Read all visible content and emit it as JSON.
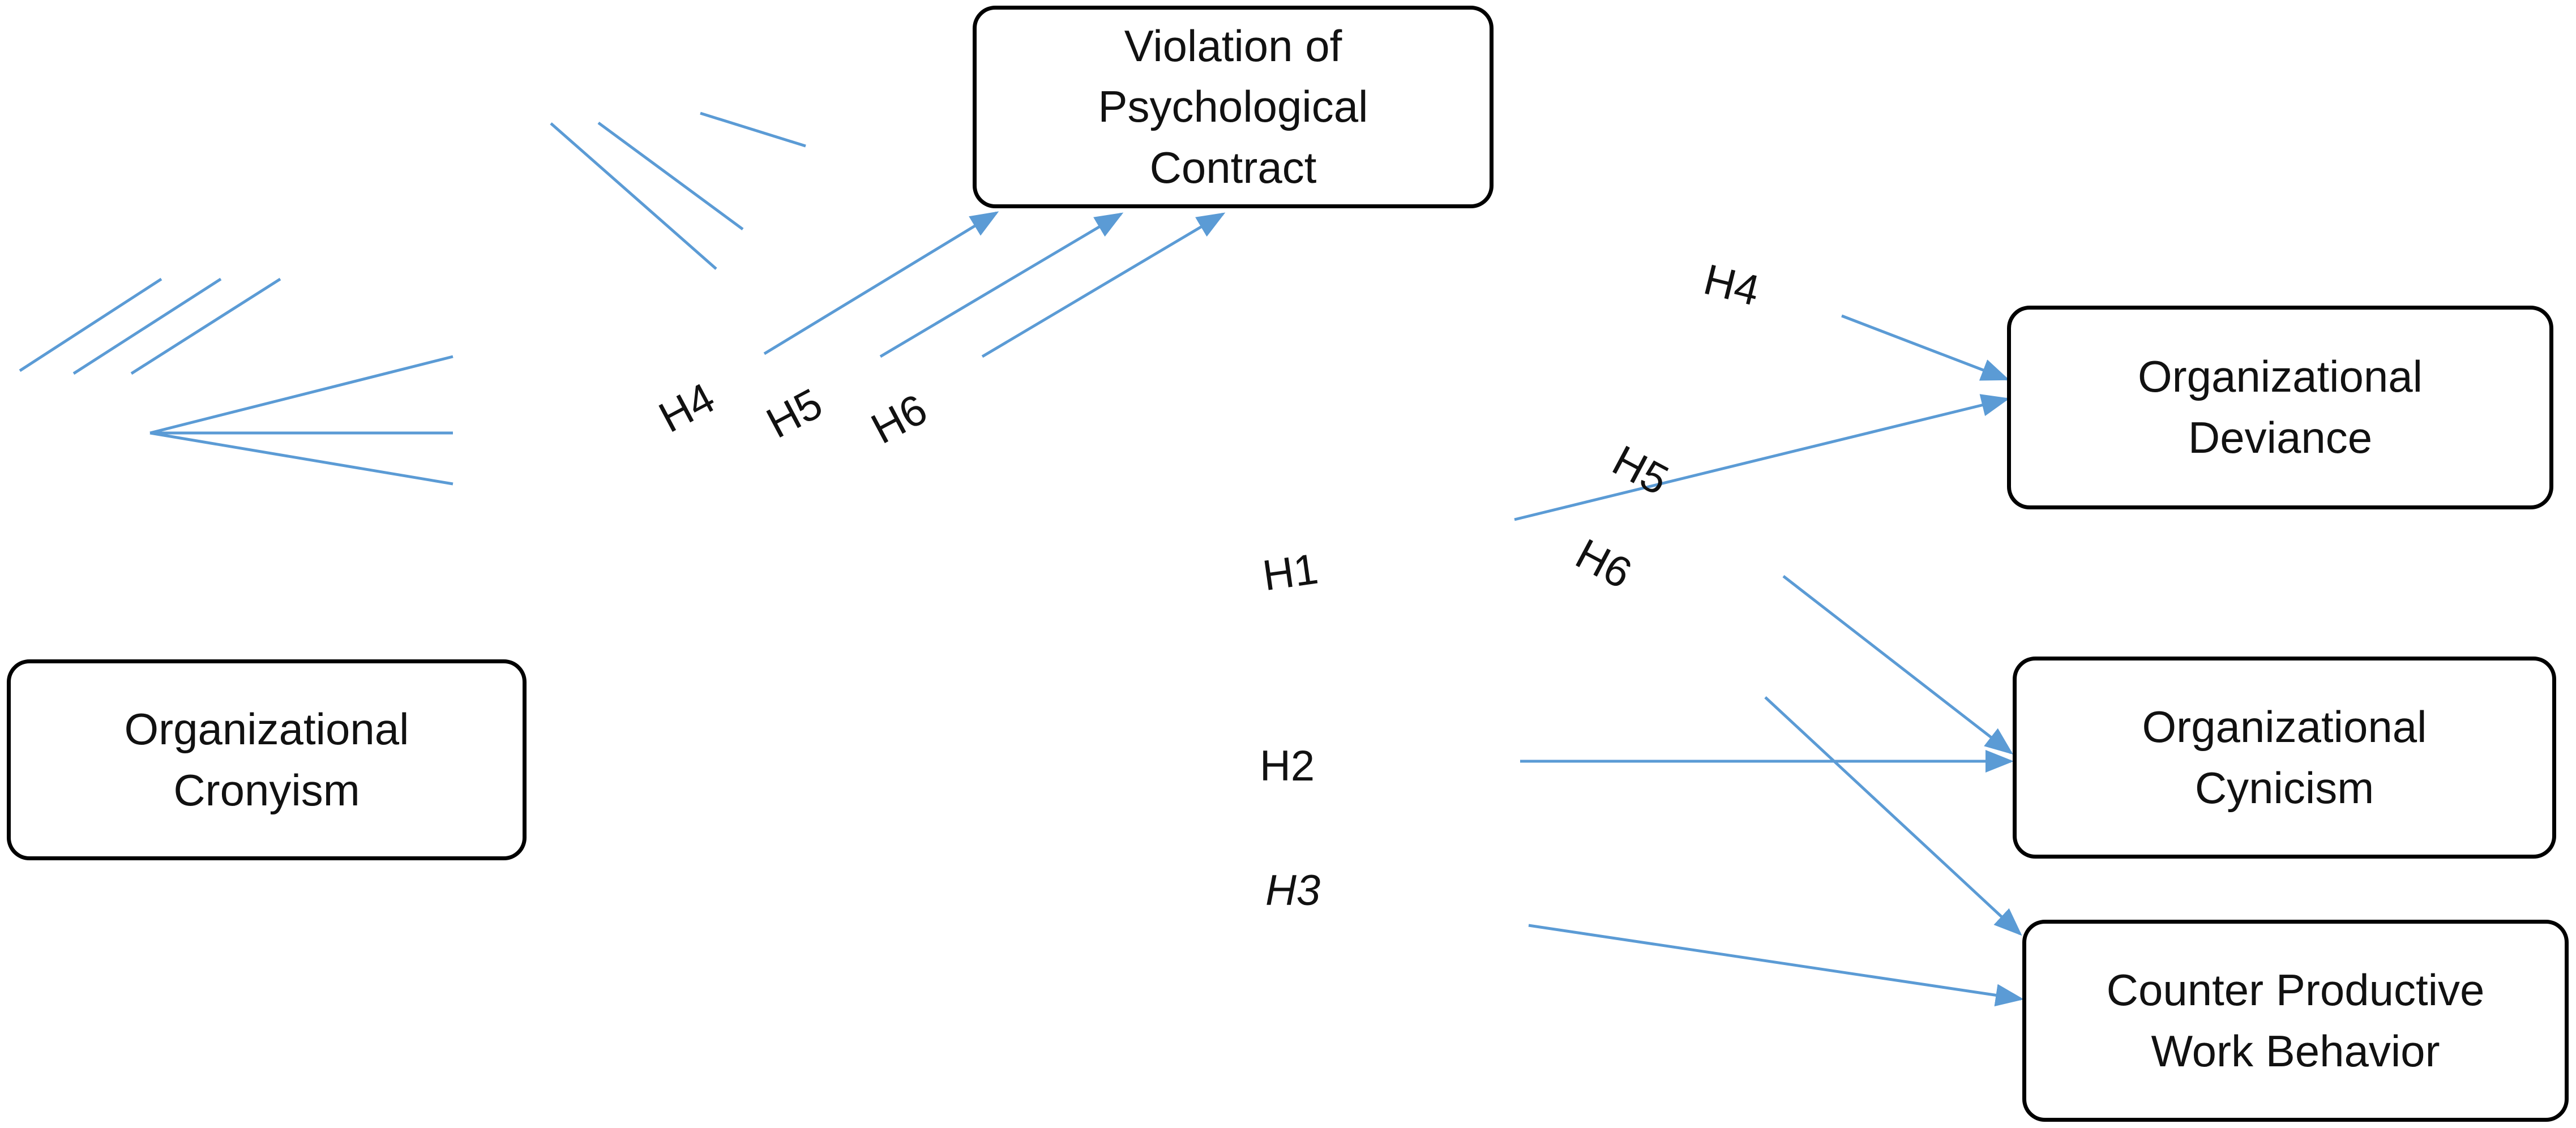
{
  "nodes": {
    "cronyism": [
      "Organizational",
      "Cronyism"
    ],
    "violation": [
      "Violation of",
      "Psychological",
      "Contract"
    ],
    "deviance": [
      "Organizational",
      "Deviance"
    ],
    "cynicism": [
      "Organizational",
      "Cynicism"
    ],
    "cwb": [
      "Counter Productive",
      "Work Behavior"
    ]
  },
  "hypotheses": {
    "h1": "H1",
    "h2": "H2",
    "h3": "H3",
    "h4_left": "H4",
    "h5_left": "H5",
    "h6_left": "H6",
    "h4_right": "H4",
    "h5_right": "H5",
    "h6_right": "H6"
  },
  "colors": {
    "arrow": "#5b9bd5",
    "box_border": "#000000"
  }
}
